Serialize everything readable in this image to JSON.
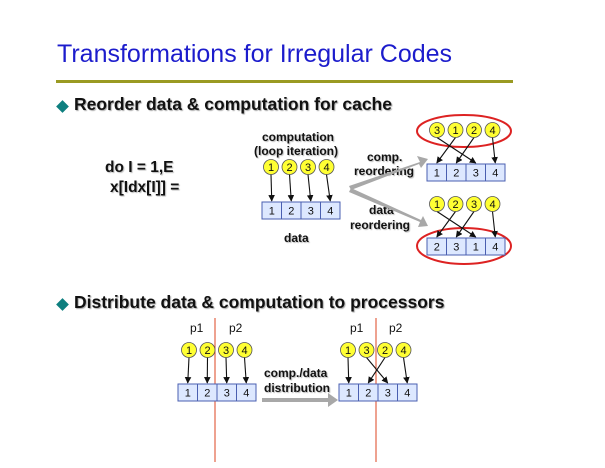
{
  "slide": {
    "title": "Transformations for Irregular Codes",
    "bullet1": "Reorder data & computation for cache",
    "bullet2": "Distribute data & computation to processors",
    "code_line1": "do I = 1,E",
    "code_line2": "x[Idx[I]] =",
    "label_computation": "computation",
    "label_loop_iteration": "(loop iteration)",
    "label_data": "data",
    "label_comp": "comp.",
    "label_reordering_1": "reordering",
    "label_data_reorder": "data",
    "label_reordering_2": "reordering",
    "label_comp_data": "comp./data",
    "label_distribution": "distribution",
    "p1": "p1",
    "p2": "p2"
  },
  "diagrams": {
    "original": {
      "iterations": [
        "1",
        "2",
        "3",
        "4"
      ],
      "data": [
        "1",
        "2",
        "3",
        "4"
      ]
    },
    "comp_reordered": {
      "iterations": [
        "3",
        "1",
        "2",
        "4"
      ],
      "data": [
        "1",
        "2",
        "3",
        "4"
      ]
    },
    "data_reordered": {
      "iterations": [
        "1",
        "2",
        "3",
        "4"
      ],
      "data": [
        "2",
        "3",
        "1",
        "4"
      ]
    },
    "dist_before": {
      "iterations": [
        "1",
        "2",
        "3",
        "4"
      ],
      "data": [
        "1",
        "2",
        "3",
        "4"
      ]
    },
    "dist_after": {
      "iterations": [
        "1",
        "3",
        "2",
        "4"
      ],
      "data": [
        "1",
        "2",
        "3",
        "4"
      ]
    }
  },
  "colors": {
    "title": "#1c1ccc",
    "rule": "#9a9a22",
    "bullet": "#0e7f7f",
    "circle_fill": "#ffff33",
    "cell_fill": "#dde8ff",
    "cell_stroke": "#4a5fb0",
    "highlight": "#dd2222",
    "processor_line": "#dd4422",
    "big_arrow": "#a8a8a8"
  }
}
